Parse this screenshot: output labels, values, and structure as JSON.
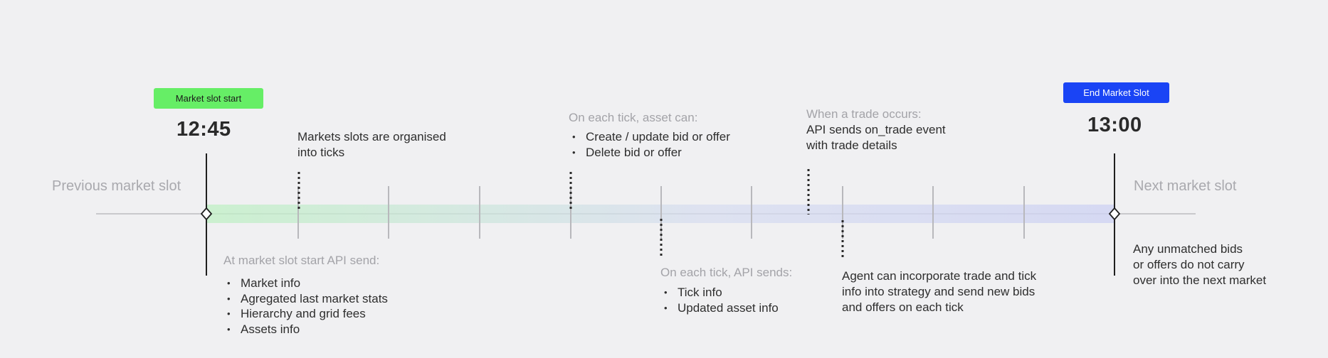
{
  "start": {
    "badge_label": "Market slot start",
    "badge_color": "#66ee66",
    "time": "12:45"
  },
  "end": {
    "badge_label": "End Market Slot",
    "badge_color": "#1a44f5",
    "time": "13:00"
  },
  "previous_slot_label": "Previous market slot",
  "next_slot_label": "Next market slot",
  "ticks_note": [
    "Markets slots are organised",
    "into  ticks"
  ],
  "slot_start_api": {
    "heading": "At market slot start API send:",
    "items": [
      "Market info",
      "Agregated last market stats",
      "Hierarchy and grid fees",
      "Assets info"
    ]
  },
  "asset_actions": {
    "heading": "On each tick, asset can:",
    "items": [
      "Create / update bid or offer",
      "Delete bid or offer"
    ]
  },
  "tick_api": {
    "heading": "On each tick, API sends:",
    "items": [
      "Tick info",
      "Updated asset info"
    ]
  },
  "trade_event": {
    "heading": "When a trade occurs:",
    "lines": [
      "API sends on_trade event",
      "with trade details"
    ]
  },
  "agent_note": {
    "lines": [
      "Agent can incorporate trade and tick",
      "info into strategy and send new bids",
      "and offers on each tick"
    ]
  },
  "unmatched_note": {
    "lines": [
      "Any unmatched bids",
      "or offers do not carry",
      "over into the next market"
    ]
  }
}
